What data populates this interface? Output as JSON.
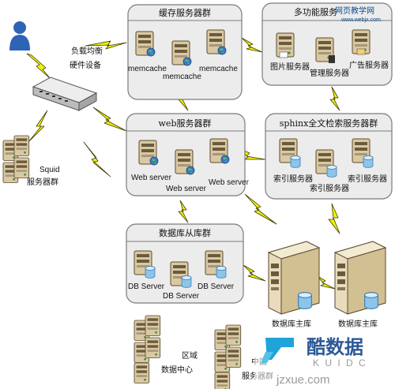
{
  "user": {
    "icon": "user-icon"
  },
  "load_balancer": {
    "label_line1": "负载均衡",
    "label_line2": "硬件设备"
  },
  "squid": {
    "label_line1": "Squid",
    "label_line2": "服务器群"
  },
  "groups": {
    "cache": {
      "title": "缓存服务器群",
      "nodes": [
        "memcache",
        "memcache",
        "memcache"
      ]
    },
    "multi": {
      "title": "多功能服务",
      "nodes": [
        "图片服务器",
        "管理服务器",
        "广告服务器"
      ]
    },
    "web": {
      "title": "web服务器群",
      "nodes": [
        "Web server",
        "Web server",
        "Web server"
      ]
    },
    "sphinx": {
      "title": "sphinx全文检索服务器群",
      "nodes": [
        "索引服务器",
        "索引服务器",
        "索引服务器"
      ]
    },
    "db_slave": {
      "title": "数据库从库群",
      "nodes": [
        "DB Server",
        "DB Server",
        "DB Server"
      ]
    }
  },
  "db_master": {
    "labels": [
      "数据库主库",
      "数据库主库"
    ]
  },
  "region": {
    "label_line1": "区域",
    "label_line2": "数据中心"
  },
  "central": {
    "label_line1": "中国",
    "label_line2": "服务器群"
  },
  "watermark_top": {
    "text": "网页教学网",
    "sub": "www.webjx.com"
  },
  "watermark_bottom": {
    "logo_text": "酷数据",
    "sub": "K U I D C",
    "domain": "jzxue.com"
  },
  "colors": {
    "group_bg": "#ececec",
    "group_border": "#7b7b7b",
    "lightning": "#f2f200",
    "server_body": "#d8c7a0",
    "server_dark": "#6b5a3c",
    "user_blue": "#2f63b6"
  }
}
